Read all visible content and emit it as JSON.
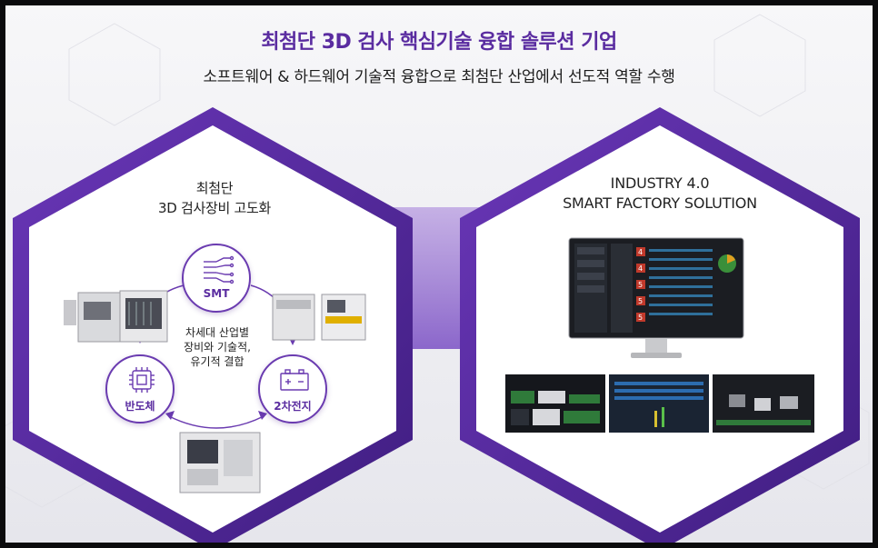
{
  "header": {
    "headline": "최첨단 3D 검사 핵심기술 융합 솔루션 기업",
    "subline": "소프트웨어 & 하드웨어 기술적 융합으로 최첨단 산업에서 선도적 역할 수행"
  },
  "left_panel": {
    "title_line1": "최첨단",
    "title_line2": "3D 검사장비 고도화",
    "nodes": {
      "smt": "SMT",
      "semiconductor": "반도체",
      "battery": "2차전지"
    },
    "center_text": [
      "차세대 산업별",
      "장비와 기술적,",
      "유기적 결합"
    ]
  },
  "right_panel": {
    "title_line1": "INDUSTRY 4.0",
    "title_line2": "SMART FACTORY SOLUTION",
    "monitor_values": [
      "4",
      "4",
      "5",
      "5",
      "5"
    ]
  },
  "colors": {
    "brand_purple": "#5a2ca0",
    "hex_border": "#4e2590",
    "connector": "#8a5fd0"
  }
}
